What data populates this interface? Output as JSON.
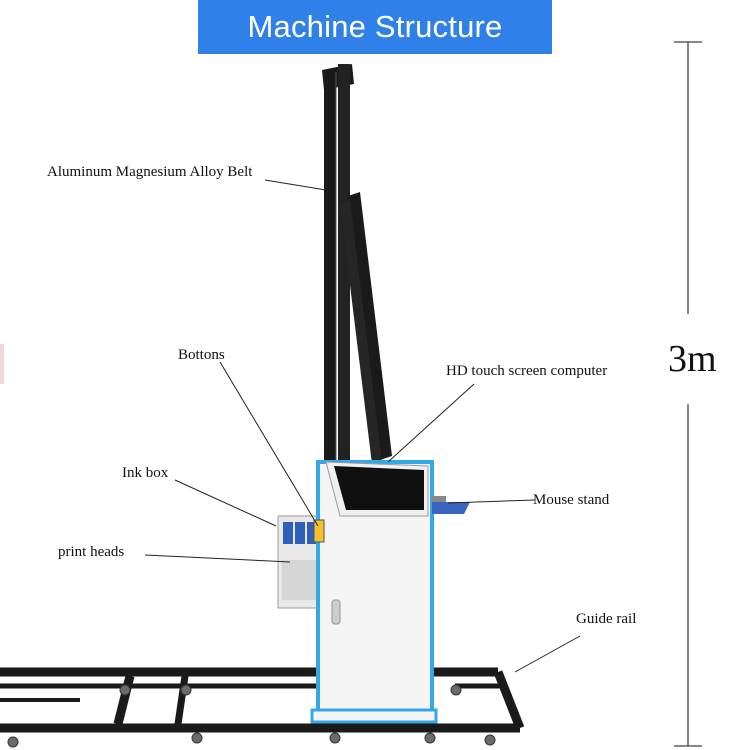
{
  "title": "Machine Structure",
  "labels": {
    "belt": "Aluminum Magnesium Alloy Belt",
    "buttons": "Bottons",
    "screen": "HD touch screen computer",
    "ink_box": "Ink box",
    "mouse_stand": "Mouse stand",
    "print_heads": "print heads",
    "guide_rail": "Guide rail"
  },
  "dimension": {
    "height": "3m"
  },
  "colors": {
    "accent": "#2f80e8",
    "machine_trim": "#33a8e6",
    "frame": "#1a1a1a",
    "body": "#f4f4f4"
  }
}
